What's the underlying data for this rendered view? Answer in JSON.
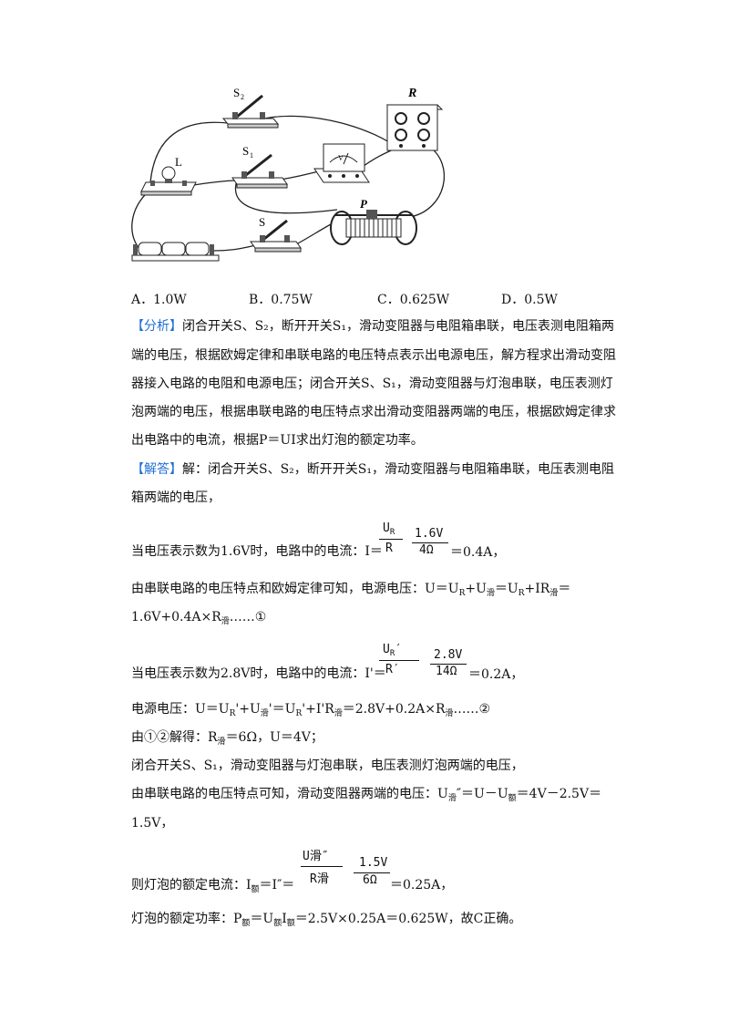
{
  "figure": {
    "label_S2": "S",
    "label_S2_sub": "2",
    "label_R": "R",
    "label_S1": "S",
    "label_S1_sub": "1",
    "label_L": "L",
    "label_P": "P",
    "label_S": "S",
    "meter_symbol": "V"
  },
  "options": [
    {
      "letter": "A．",
      "text": "1.0W"
    },
    {
      "letter": "B．",
      "text": "0.75W"
    },
    {
      "letter": "C．",
      "text": "0.625W"
    },
    {
      "letter": "D．",
      "text": "0.5W"
    }
  ],
  "analysis": {
    "tag": "【分析】",
    "l1": "闭合开关S、S₂，断开开关S₁，滑动变阻器与电阻箱串联，电压表测电阻箱两",
    "l2": "端的电压，根据欧姆定律和串联电路的电压特点表示出电源电压，解方程求出滑动变阻",
    "l3": "器接入电路的电阻和电源电压；闭合开关S、S₁，滑动变阻器与灯泡串联，电压表测灯",
    "l4": "泡两端的电压，根据串联电路的电压特点求出滑动变阻器两端的电压，根据欧姆定律求",
    "l5": "出电路中的电流，根据P＝UI求出灯泡的额定功率。"
  },
  "answer": {
    "tag": "【解答】",
    "l1": "解：闭合开关S、S₂，断开开关S₁，滑动变阻器与电阻箱串联，电压表测电阻",
    "l2": "箱两端的电压，",
    "f1_lead": "当电压表示数为1.6V时，电路中的电流：I＝",
    "f1_n1": "U",
    "f1_n1_sub": "R",
    "f1_d1": "R",
    "f1_n2": "1.6V",
    "f1_d2": "4Ω",
    "f1_tail": "＝0.4A，",
    "l3": "由串联电路的电压特点和欧姆定律可知，电源电压：U＝U",
    "l3_sub1": "R",
    "l3_mid": "+U",
    "l3_sub2": "滑",
    "l3_mid2": "＝U",
    "l3_sub3": "R",
    "l3_mid3": "+IR",
    "l3_sub4": "滑",
    "l3_end": "＝",
    "l4": "1.6V+0.4A×R",
    "l4_sub": "滑",
    "l4_end": "……①",
    "f2_lead": "当电压表示数为2.8V时，电路中的电流：I'＝",
    "f2_n1": "U",
    "f2_n1_sub": "R",
    "f2_n1_prime": "′",
    "f2_d1": "R′",
    "f2_n2": "2.8V",
    "f2_d2": "14Ω",
    "f2_tail": "＝0.2A，",
    "l5": "电源电压：U＝U",
    "l5_sub1": "R",
    "l5_a": "'+U",
    "l5_sub2": "滑",
    "l5_b": "'＝U",
    "l5_sub3": "R",
    "l5_c": "'+I'R",
    "l5_sub4": "滑",
    "l5_d": "＝2.8V+0.2A×R",
    "l5_sub5": "滑",
    "l5_end": "……②",
    "l6": "由①②解得：R",
    "l6_sub": "滑",
    "l6_end": "＝6Ω，U＝4V；",
    "l7": "闭合开关S、S₁，滑动变阻器与灯泡串联，电压表测灯泡两端的电压，",
    "l8": "由串联电路的电压特点可知，滑动变阻器两端的电压：U",
    "l8_sub1": "滑",
    "l8_mid": "″＝U－U",
    "l8_sub2": "额",
    "l8_end": "＝4V－2.5V＝",
    "l9": "1.5V，",
    "f3_lead": "则灯泡的额定电流：I",
    "f3_lead_sub": "额",
    "f3_lead2": "＝I″＝",
    "f3_n1": "U滑″",
    "f3_d1": "R滑",
    "f3_n2": "1.5V",
    "f3_d2": "6Ω",
    "f3_tail": "＝0.25A，",
    "l10": "灯泡的额定功率：P",
    "l10_sub1": "额",
    "l10_mid": "＝U",
    "l10_sub2": "额",
    "l10_mid2": "I",
    "l10_sub3": "额",
    "l10_end": "＝2.5V×0.25A＝0.625W，故C正确。"
  }
}
